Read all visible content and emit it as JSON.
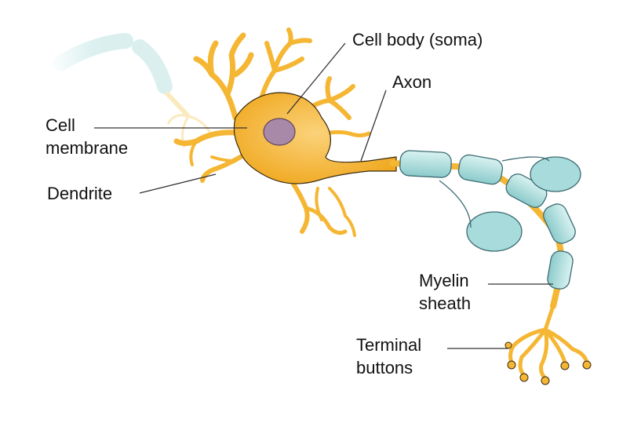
{
  "labels": {
    "cell_body": "Cell body (soma)",
    "axon": "Axon",
    "cell_membrane_line1": "Cell",
    "cell_membrane_line2": "membrane",
    "dendrite": "Dendrite",
    "myelin_line1": "Myelin",
    "myelin_line2": "sheath",
    "terminal_line1": "Terminal",
    "terminal_line2": "buttons"
  },
  "colors": {
    "neuron_fill": "#f5b633",
    "neuron_stroke": "#3a2a10",
    "nucleus_fill": "#a889a8",
    "myelin_fill": "#9ed8d6",
    "myelin_stroke": "#3c6b72",
    "label_lines": "#333333"
  }
}
